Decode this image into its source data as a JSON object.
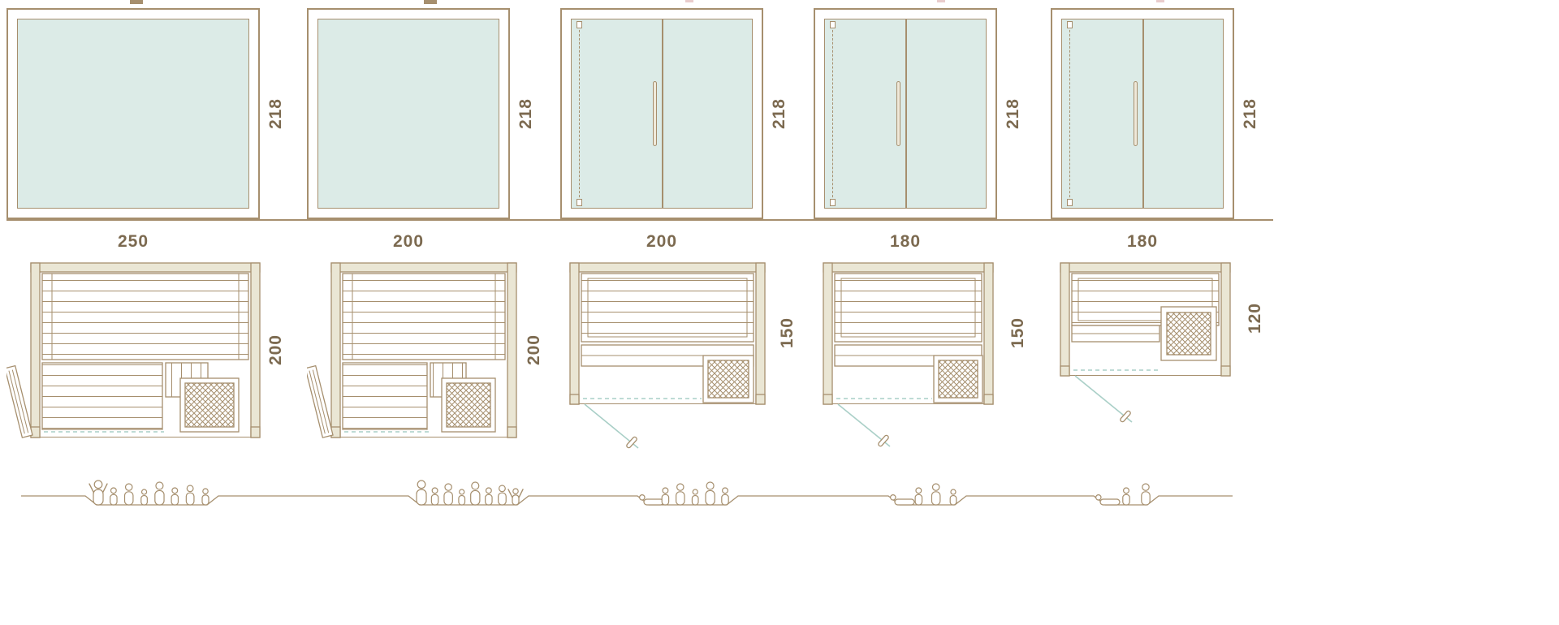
{
  "palette": {
    "line": "#a68f6e",
    "text": "#7c6a50",
    "glass": "#dcebe7",
    "wood": "#eae6d4",
    "swing": "#a9cfc7",
    "pink": "#e9cccc"
  },
  "columns": [
    {
      "elevation": {
        "style": "fixed-glass-front",
        "height_cm": "218"
      },
      "width_cm": "250",
      "plan": {
        "style": "hinged-glass-door-left",
        "depth_cm": "200",
        "heater": true
      },
      "people": {
        "count": 8,
        "lounger": false,
        "arms_raised": true
      }
    },
    {
      "elevation": {
        "style": "fixed-glass-front",
        "height_cm": "218"
      },
      "width_cm": "200",
      "plan": {
        "style": "hinged-glass-door-left",
        "depth_cm": "200",
        "heater": true
      },
      "people": {
        "count": 8,
        "lounger": false,
        "arms_raised": true
      }
    },
    {
      "elevation": {
        "style": "double-glass-door",
        "height_cm": "218"
      },
      "width_cm": "200",
      "plan": {
        "style": "swing-door-front",
        "depth_cm": "150",
        "heater": true
      },
      "people": {
        "count": 6,
        "lounger": true,
        "arms_raised": false
      }
    },
    {
      "elevation": {
        "style": "double-glass-door",
        "height_cm": "218"
      },
      "width_cm": "180",
      "plan": {
        "style": "swing-door-front",
        "depth_cm": "150",
        "heater": true
      },
      "people": {
        "count": 4,
        "lounger": true,
        "arms_raised": false
      }
    },
    {
      "elevation": {
        "style": "double-glass-door",
        "height_cm": "218"
      },
      "width_cm": "180",
      "plan": {
        "style": "swing-door-front",
        "depth_cm": "120",
        "heater": true
      },
      "people": {
        "count": 3,
        "lounger": true,
        "arms_raised": false
      }
    }
  ]
}
